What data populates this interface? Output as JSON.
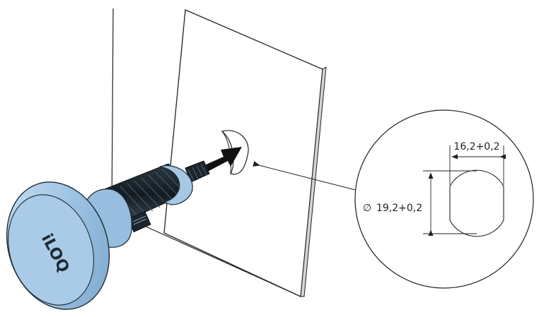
{
  "brand": {
    "logo_text": "iLOQ"
  },
  "detail": {
    "width_dimension": "16,2+0,2",
    "diameter_symbol": "∅",
    "diameter_dimension": "19,2+0,2"
  },
  "colors": {
    "lock_blue": "#9cc2e3",
    "lock_dark": "#1f2b33",
    "arrow": "#111111",
    "panel_edge": "#cfcfcf"
  }
}
